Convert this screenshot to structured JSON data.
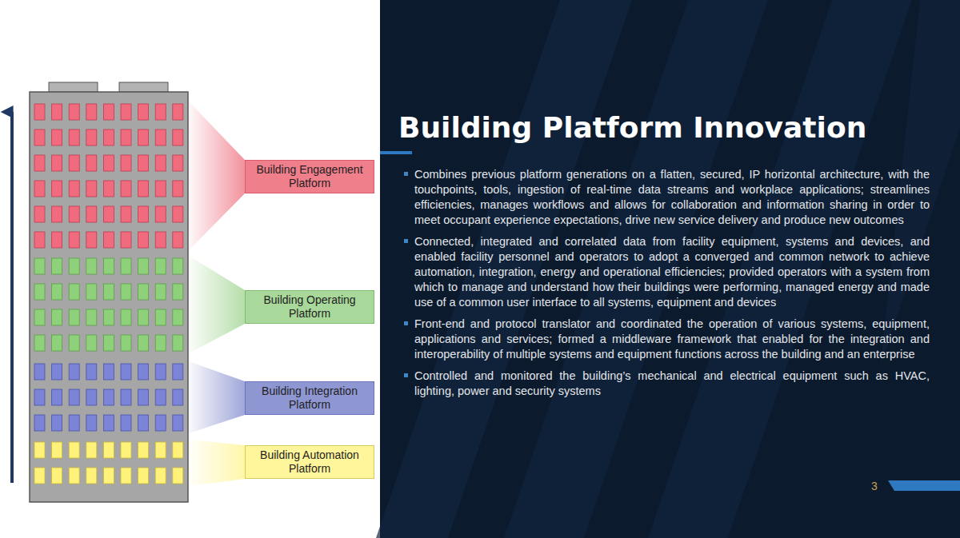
{
  "diagram": {
    "title": "Building Platform Innovation",
    "nodes": [
      {
        "text": [
          "Building Engagement Platform"
        ]
      },
      {
        "text": [
          "Building Operating Platform"
        ]
      },
      {
        "text": [
          "Building Integration Platform"
        ]
      },
      {
        "text": [
          "Building Automation Platform"
        ]
      }
    ],
    "labels": [
      "Combines previous platform generations on a flatten, secured, IP horizontal architecture, with the touchpoints, tools, ingestion of real-time data streams and workplace applications; streamlines efficiencies, manages workflows and allows for collaboration and information sharing in order to meet occupant experience expectations, drive new service delivery and produce new outcomes",
      "Connected, integrated and correlated data from facility equipment, systems and devices, and enabled facility personnel and operators to adopt a converged and common network to achieve automation, integration, energy and operational efficiencies; provided operators with a system from which to manage and understand how their buildings were performing, managed energy and made use of a common user interface to all systems, equipment and devices",
      "Front-end and protocol translator and coordinated the operation of various systems, equipment, applications and services; formed a middleware framework that enabled for the integration and interoperability of multiple systems and equipment functions across the building and an enterprise",
      "Controlled and monitored the building’s mechanical and electrical equipment such as HVAC, lighting, power and security systems",
      "3"
    ]
  }
}
